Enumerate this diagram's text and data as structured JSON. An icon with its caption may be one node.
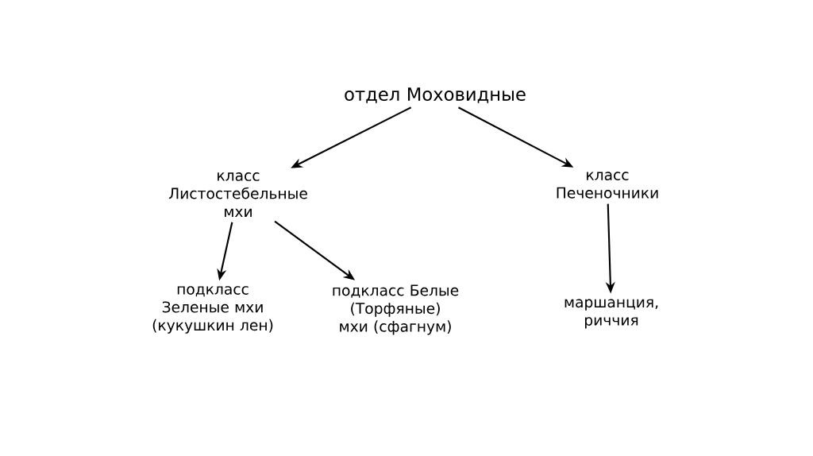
{
  "diagram": {
    "nodes": [
      {
        "text": [
          "отдел Моховидные"
        ]
      },
      {
        "text": [
          "класс Листостебельные мхи"
        ]
      },
      {
        "text": [
          "класс Печеночники"
        ]
      },
      {
        "text": [
          "подкласс Зеленые мхи (кукушкин лен)"
        ]
      },
      {
        "text": [
          "подкласс Белые (Торфяные) мхи (сфагнум)"
        ]
      },
      {
        "text": [
          "маршанция, риччия"
        ]
      }
    ],
    "edges": [
      {
        "from": 0,
        "to": 1,
        "arrow": "to"
      },
      {
        "from": 0,
        "to": 2,
        "arrow": "to"
      },
      {
        "from": 1,
        "to": 3,
        "arrow": "to"
      },
      {
        "from": 1,
        "to": 4,
        "arrow": "to"
      },
      {
        "from": 2,
        "to": 5,
        "arrow": "to"
      }
    ]
  }
}
